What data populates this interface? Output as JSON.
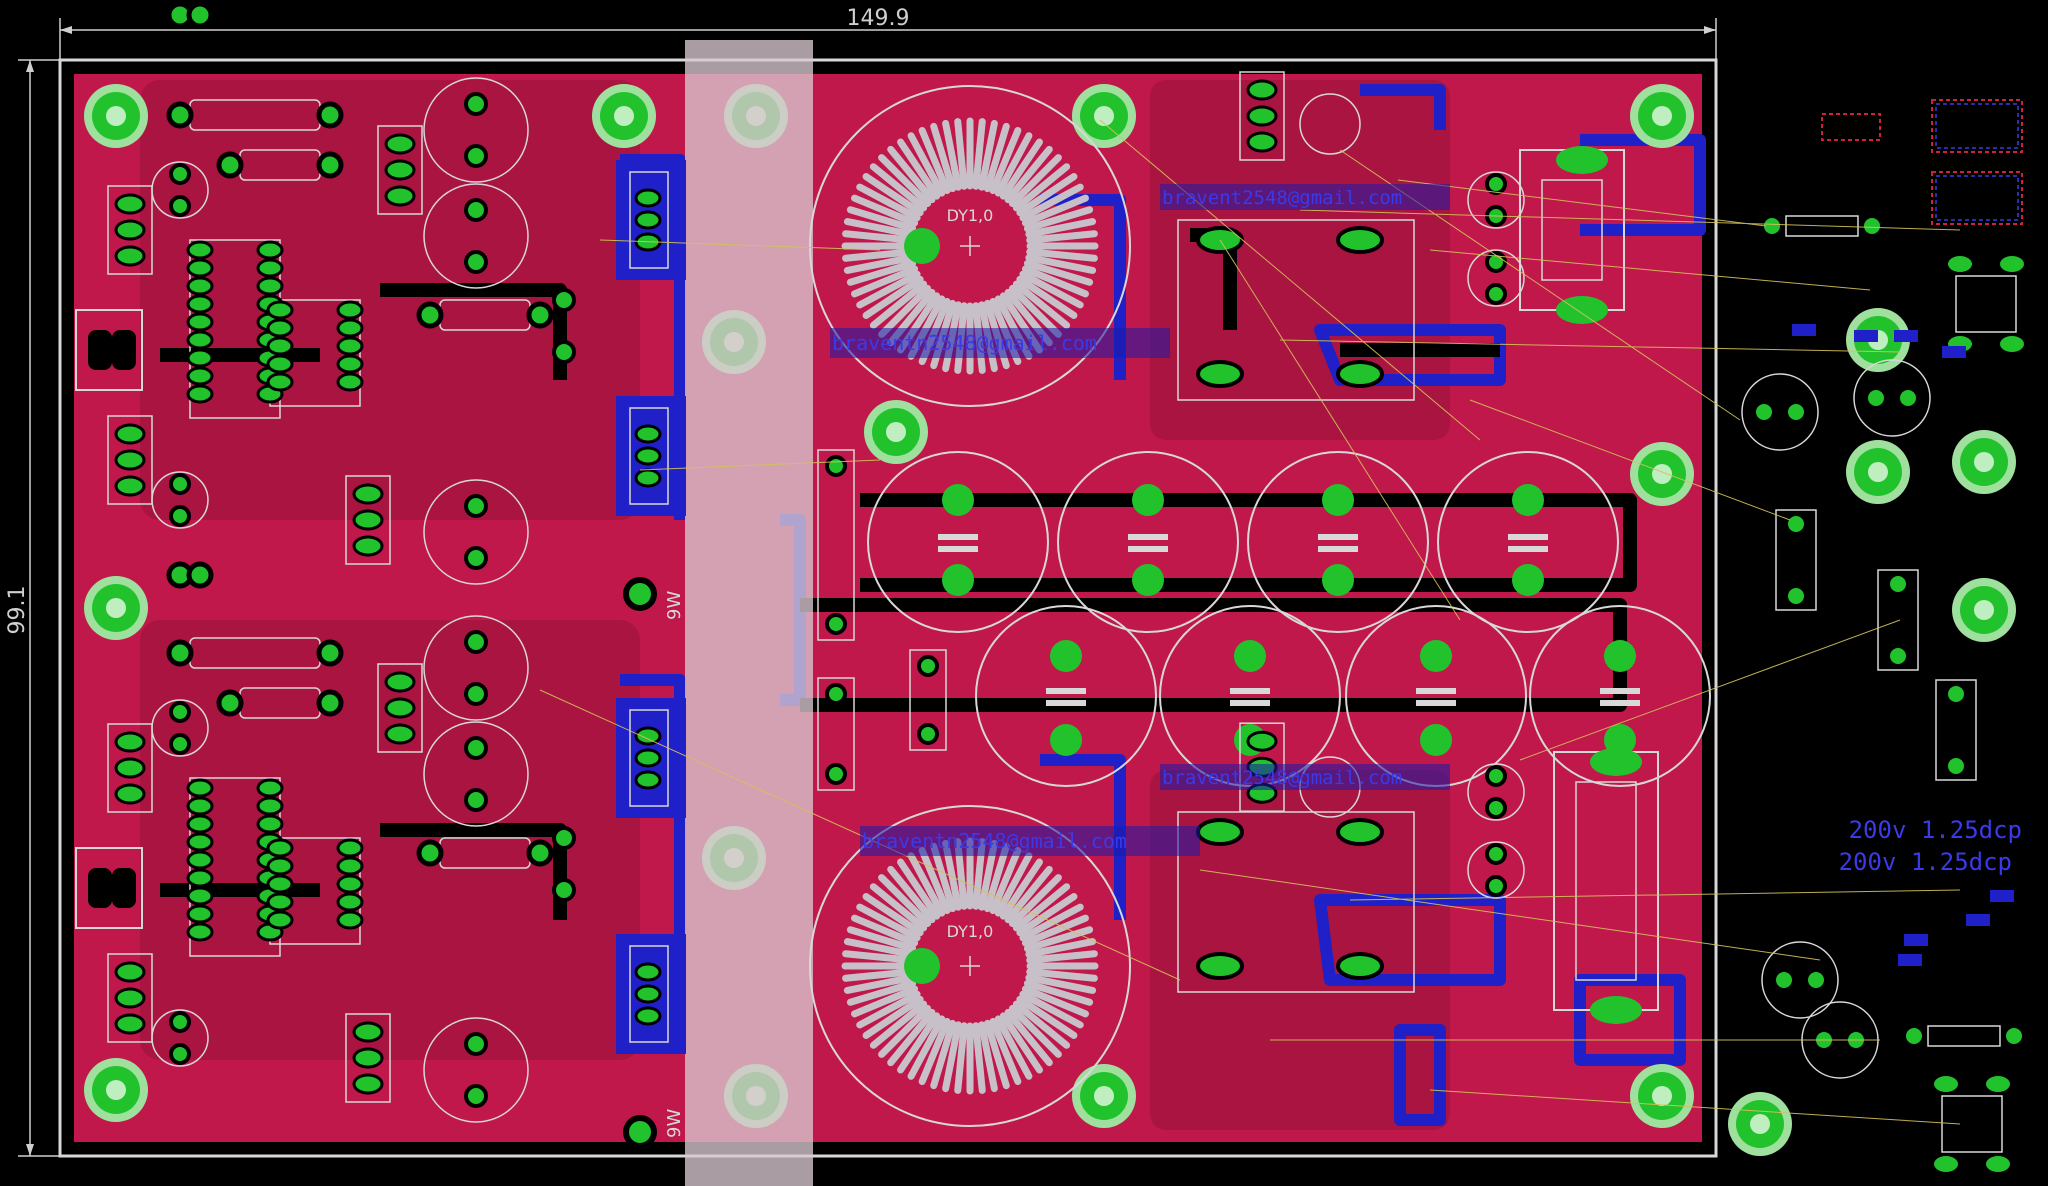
{
  "window": {
    "title": ""
  },
  "dimensions": {
    "width_label": "149.9",
    "height_label": "99.1"
  },
  "silkscreen": {
    "email_1": "bravent2548@gmail.com",
    "email_2": "braventn2548@gmail.com",
    "email_3": "bravent2548@gmail.com",
    "email_4": "braventn2548@gmail.com",
    "toroid_1": "DY1,0",
    "toroid_2": "DY1,0",
    "heatsink_label_1": "9W",
    "heatsink_label_2": "9W",
    "rail_label_1": "200v 1.25dcp",
    "rail_label_2": "200v 1.25dcp"
  },
  "colors": {
    "board": "#c0184a",
    "board_dark": "#8a1030",
    "copper_top": "#aa1540",
    "copper_bottom": "#2020c8",
    "trace_black": "#000000",
    "pad": "#22c22c",
    "pad_hole": "#9fe09f",
    "silk": "#d8d8d8",
    "airwire": "#d4c25a",
    "heatsink_overlay": "#d8c8d0",
    "background": "#000000"
  }
}
